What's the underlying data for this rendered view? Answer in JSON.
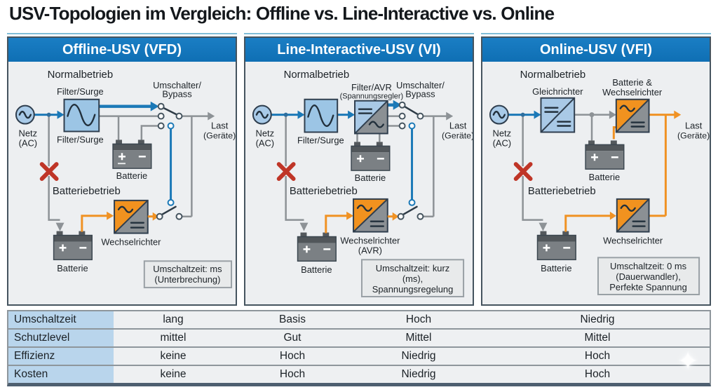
{
  "title": "USV-Topologien im Vergleich: Offline vs. Line-Interactive vs. Online",
  "panels": [
    {
      "header": "Offline-USV (VFD)",
      "normal_label": "Normalbetrieb",
      "filter_top": "Filter/Surge",
      "filter_bottom": "Filter/Surge",
      "switch_line1": "Umschalter/",
      "switch_line2": "Bypass",
      "source_line1": "Netz",
      "source_line2": "(AC)",
      "load_line1": "Last",
      "load_line2": "(Geräte)",
      "battery_top_label": "Batterie",
      "battery_mode_label": "Batteriebetrieb",
      "battery_bottom_label": "Batterie",
      "inverter_line1": "Wechselrichter",
      "note_line1": "Umschaltzeit: ms",
      "note_line2": "(Unterbrechung)"
    },
    {
      "header": "Line-Interactive-USV (VI)",
      "normal_label": "Normalbetrieb",
      "filter_bottom": "Filter/Surge",
      "avr_line1": "Filter/AVR",
      "avr_line2": "(Spannungsregler)",
      "switch_line1": "Umschalter/",
      "switch_line2": "Bypass",
      "source_line1": "Netz",
      "source_line2": "(AC)",
      "load_line1": "Last",
      "load_line2": "(Geräte)",
      "battery_top_label": "Batterie",
      "battery_mode_label": "Batteriebetrieb",
      "battery_bottom_label": "Batterie",
      "inverter_line1": "Wechselrichter",
      "inverter_line2": "(AVR)",
      "note_line1": "Umschaltzeit: kurz",
      "note_line2": "(ms),",
      "note_line3": "Spannungsregelung"
    },
    {
      "header": "Online-USV (VFI)",
      "normal_label": "Normalbetrieb",
      "rectifier_label": "Gleichrichter",
      "bw_line1": "Batterie &",
      "bw_line2": "Wechselrichter",
      "source_line1": "Netz",
      "source_line2": "(AC)",
      "load_line1": "Last",
      "load_line2": "(Geräte)",
      "battery_top_label": "Batterie",
      "battery_mode_label": "Batteriebetrieb",
      "battery_bottom_label": "Batterie",
      "inverter_line1": "Wechselrichter",
      "note_line1": "Umschaltzeit: 0 ms",
      "note_line2": "(Dauerwandler),",
      "note_line3": "Perfekte Spannung"
    }
  ],
  "table": {
    "rows": [
      {
        "label": "Umschaltzeit",
        "values": [
          "lang",
          "Basis",
          "Hoch",
          "Niedrig"
        ]
      },
      {
        "label": "Schutzlevel",
        "values": [
          "mittel",
          "Gut",
          "Mittel",
          "Mittel"
        ]
      },
      {
        "label": "Effizienz",
        "values": [
          "keine",
          "Hoch",
          "Niedrig",
          "Hoch"
        ]
      },
      {
        "label": "Kosten",
        "values": [
          "keine",
          "Hoch",
          "Niedrig",
          "Hoch"
        ]
      }
    ]
  },
  "icons": {
    "sparkle": "✦"
  },
  "colors": {
    "header_blue": "#1276bd",
    "wire_blue": "#1b79b7",
    "wire_gray": "#8d9296",
    "wire_orange": "#f09224",
    "box_lightblue": "#9cc5e5",
    "box_gray": "#8b9094",
    "x_red": "#bf3527",
    "table_label_bg": "#b9d5ec"
  }
}
